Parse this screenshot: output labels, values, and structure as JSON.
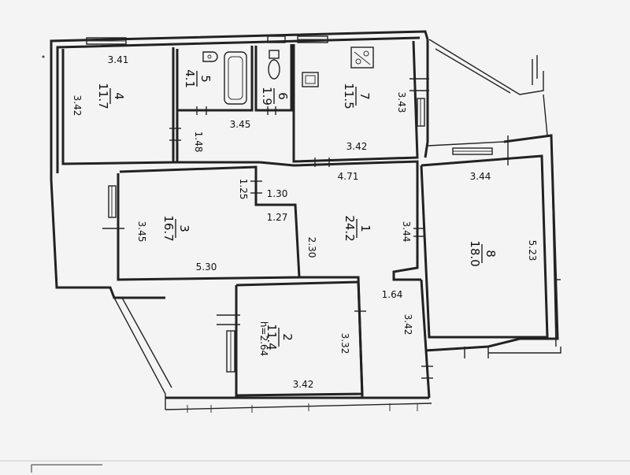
{
  "plan": {
    "rooms": [
      {
        "id": "1",
        "area": "24.2"
      },
      {
        "id": "2",
        "area": "11.4"
      },
      {
        "id": "3",
        "area": "16.7"
      },
      {
        "id": "4",
        "area": "11.7"
      },
      {
        "id": "5",
        "area": "4.1"
      },
      {
        "id": "6",
        "area": "1.9"
      },
      {
        "id": "7",
        "area": "11.5"
      },
      {
        "id": "8",
        "area": "18.0"
      }
    ],
    "ceiling_height": "h=2.64",
    "dims": {
      "r4_top": "3.41",
      "r4_left": "3.42",
      "r7_right": "3.43",
      "r7_bottom": "3.42",
      "corr_top": "3.45",
      "corr_left": "1.48",
      "hall_top": "4.71",
      "r8_top": "3.44",
      "r8_right": "5.23",
      "nook_v": "1.25",
      "nook_h1": "1.30",
      "nook_h2": "1.27",
      "r3_left": "3.45",
      "r3_bottom": "5.30",
      "r1_left": "2.30",
      "r1_right": "3.44",
      "r2_right": "3.32",
      "r2_bottom": "3.42",
      "bath_w": "1.64",
      "bath_h": "3.42"
    }
  }
}
